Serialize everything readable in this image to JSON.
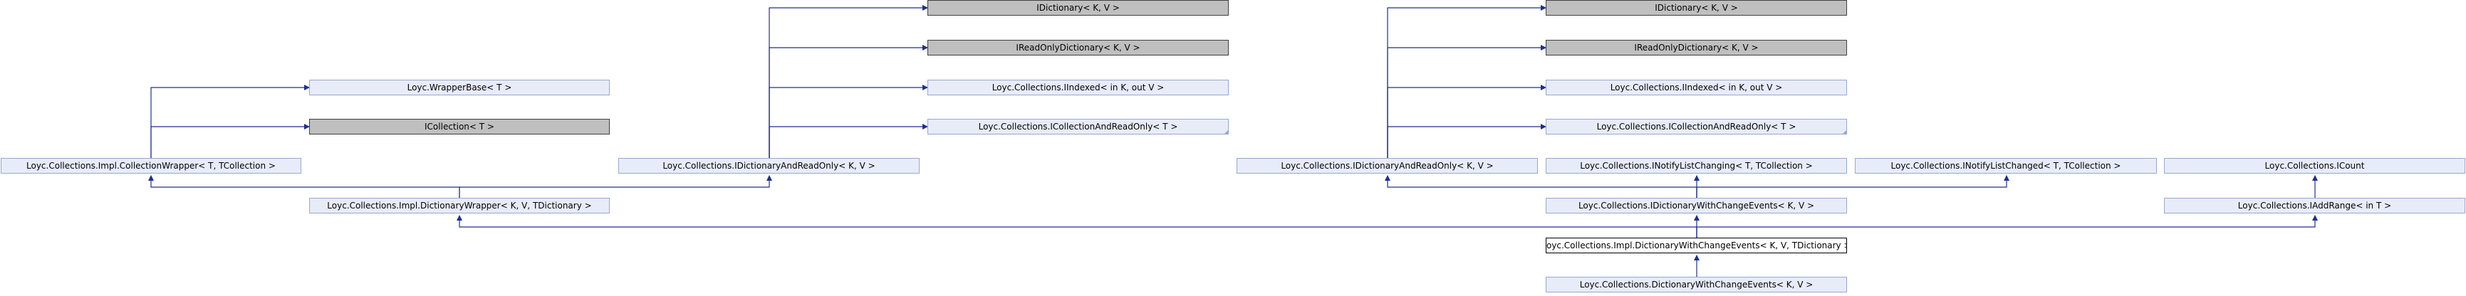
{
  "classes": {
    "collection_wrapper": "Loyc.Collections.Impl.CollectionWrapper< T, TCollection >",
    "wrapper_base": "Loyc.WrapperBase< T >",
    "icollection": "ICollection< T >",
    "dictionary_wrapper": "Loyc.Collections.Impl.DictionaryWrapper< K, V, TDictionary >",
    "idict_and_readonly_1": "Loyc.Collections.IDictionaryAndReadOnly< K, V >",
    "idictionary_1": "IDictionary< K, V >",
    "ireadonly_dictionary_1": "IReadOnlyDictionary< K, V >",
    "iindexed_1": "Loyc.Collections.IIndexed< in K, out V >",
    "icollection_and_readonly_1": "Loyc.Collections.ICollectionAndReadOnly< T >",
    "idict_and_readonly_2": "Loyc.Collections.IDictionaryAndReadOnly< K, V >",
    "idictionary_2": "IDictionary< K, V >",
    "ireadonly_dictionary_2": "IReadOnlyDictionary< K, V >",
    "iindexed_2": "Loyc.Collections.IIndexed< in K, out V >",
    "icollection_and_readonly_2": "Loyc.Collections.ICollectionAndReadOnly< T >",
    "inotify_list_changing": "Loyc.Collections.INotifyListChanging< T, TCollection >",
    "inotify_list_changed": "Loyc.Collections.INotifyListChanged< T, TCollection >",
    "icount": "Loyc.Collections.ICount",
    "idict_with_change_events": "Loyc.Collections.IDictionaryWithChangeEvents< K, V >",
    "iadd_range": "Loyc.Collections.IAddRange< in T >",
    "impl_dict_with_change_events": "Loyc.Collections.Impl.DictionaryWithChangeEvents< K, V, TDictionary >",
    "dict_with_change_events": "Loyc.Collections.DictionaryWithChangeEvents< K, V >"
  },
  "colors": {
    "edge": "#1f2f8f",
    "node_fill": "#e8ecf8",
    "node_border": "#98a7d0",
    "external_fill": "#bfbfbf",
    "focus_border": "#000000"
  }
}
